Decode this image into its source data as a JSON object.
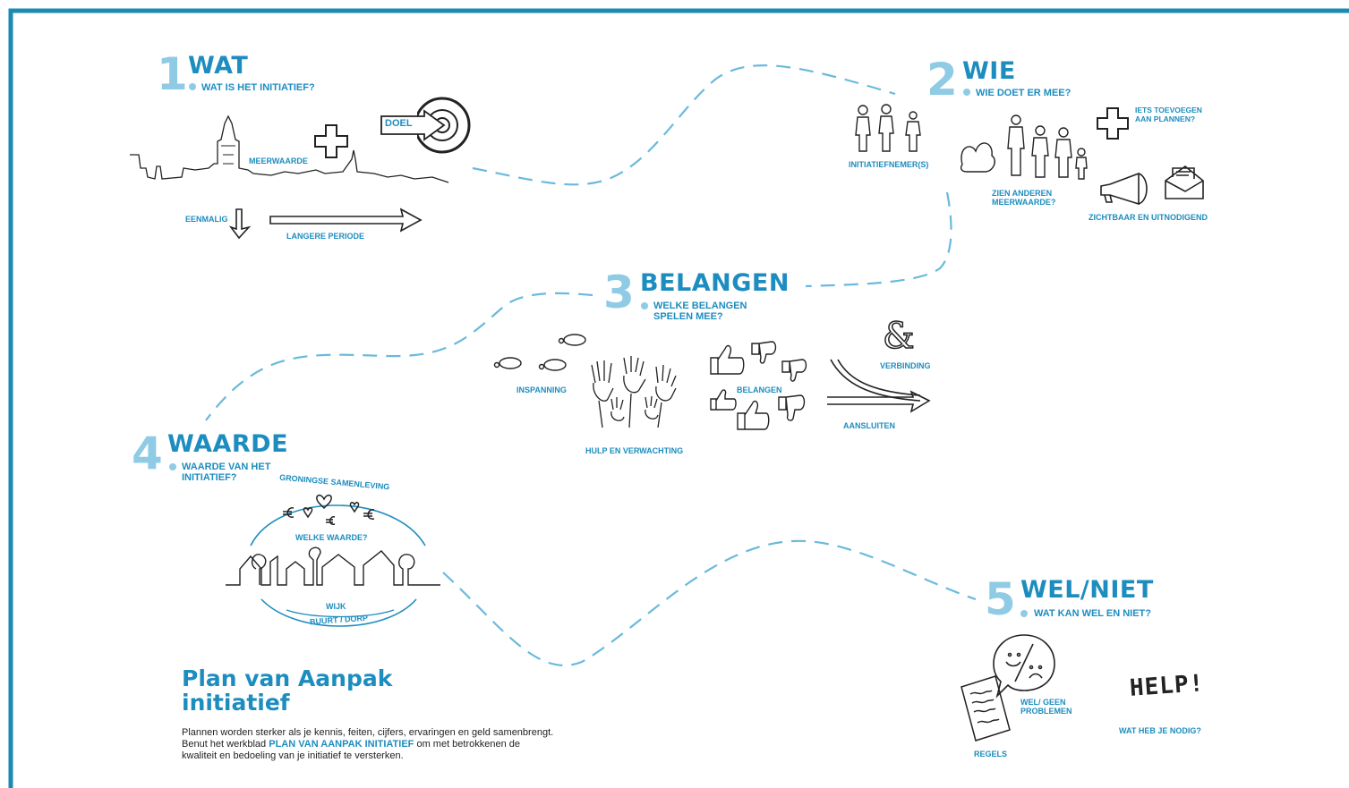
{
  "colors": {
    "accent": "#1d8dbf",
    "number": "#8fcbe4",
    "path": "#6ab9dc",
    "border": "#1b8ab4",
    "ink": "#222222"
  },
  "steps": [
    {
      "number": "1",
      "title": "WAT",
      "subtitle": "WAT IS HET INITIATIEF?"
    },
    {
      "number": "2",
      "title": "WIE",
      "subtitle": "WIE DOET ER MEE?"
    },
    {
      "number": "3",
      "title": "BELANGEN",
      "subtitle": "WELKE BELANGEN SPELEN MEE?"
    },
    {
      "number": "4",
      "title": "WAARDE",
      "subtitle": "WAARDE VAN HET INITIATIEF?"
    },
    {
      "number": "5",
      "title": "WEL/NIET",
      "subtitle": "WAT KAN WEL EN NIET?"
    }
  ],
  "labels": {
    "doel": "DOEL",
    "meerwaarde": "MEERWAARDE",
    "eenmalig": "EENMALIG",
    "langere_periode": "LANGERE PERIODE",
    "initiatiefnemers": "INITIATIEFNEMER(S)",
    "zien_anderen": "ZIEN ANDEREN MEERWAARDE?",
    "iets_toevoegen": "IETS TOEVOEGEN AAN PLANNEN?",
    "zichtbaar": "ZICHTBAAR EN UITNODIGEND",
    "inspanning": "INSPANNING",
    "hulp": "HULP EN VERWACHTING",
    "belangen": "BELANGEN",
    "verbinding": "VERBINDING",
    "aansluiten": "AANSLUITEN",
    "groningse": "GRONINGSE SAMENLEVING",
    "welke_waarde": "WELKE WAARDE?",
    "wijk": "WIJK",
    "buurt": "BUURT / DORP",
    "wel_geen": "WEL/ GEEN PROBLEMEN",
    "regels": "REGELS",
    "help": "HELP!",
    "wat_heb": "WAT HEB JE NODIG?"
  },
  "plan": {
    "title": "Plan van Aanpak initiatief",
    "body_before": "Plannen worden sterker als je kennis, feiten, cijfers, ervaringen en geld samenbrengt. Benut het werkblad ",
    "body_bold": "PLAN VAN AANPAK INITIATIEF",
    "body_after": " om met betrokkenen de kwaliteit en bedoeling van je initiatief te versterken."
  }
}
